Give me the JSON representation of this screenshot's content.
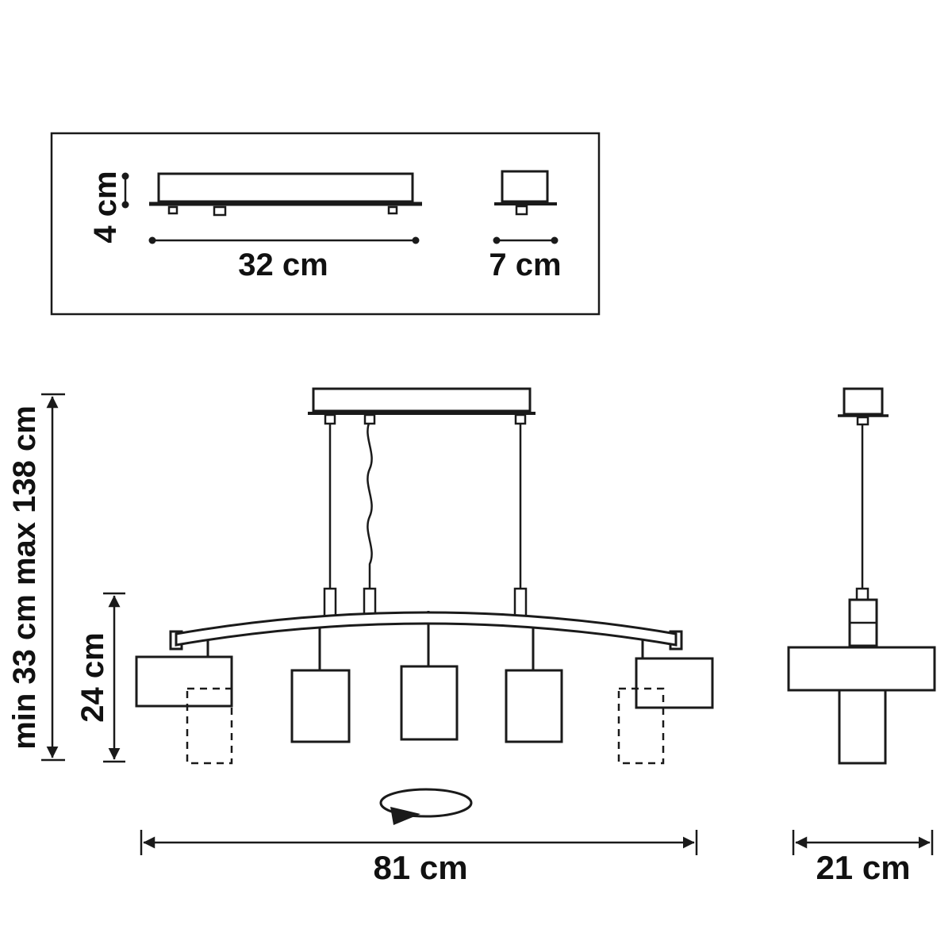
{
  "drawing": {
    "type": "technical-dimension-diagram",
    "subject": "linear-pendant-light-fixture",
    "labels": {
      "canopy_height": "4 cm",
      "canopy_length": "32 cm",
      "canopy_depth": "7 cm",
      "suspension_range": "min 33 cm max 138 cm",
      "body_height": "24 cm",
      "body_width": "81 cm",
      "body_depth": "21 cm"
    },
    "icons": {
      "rotation_arrow": "rotation-arrow-icon"
    },
    "colors": {
      "line": "#1a1a1a",
      "text": "#111111",
      "background": "#ffffff"
    }
  }
}
